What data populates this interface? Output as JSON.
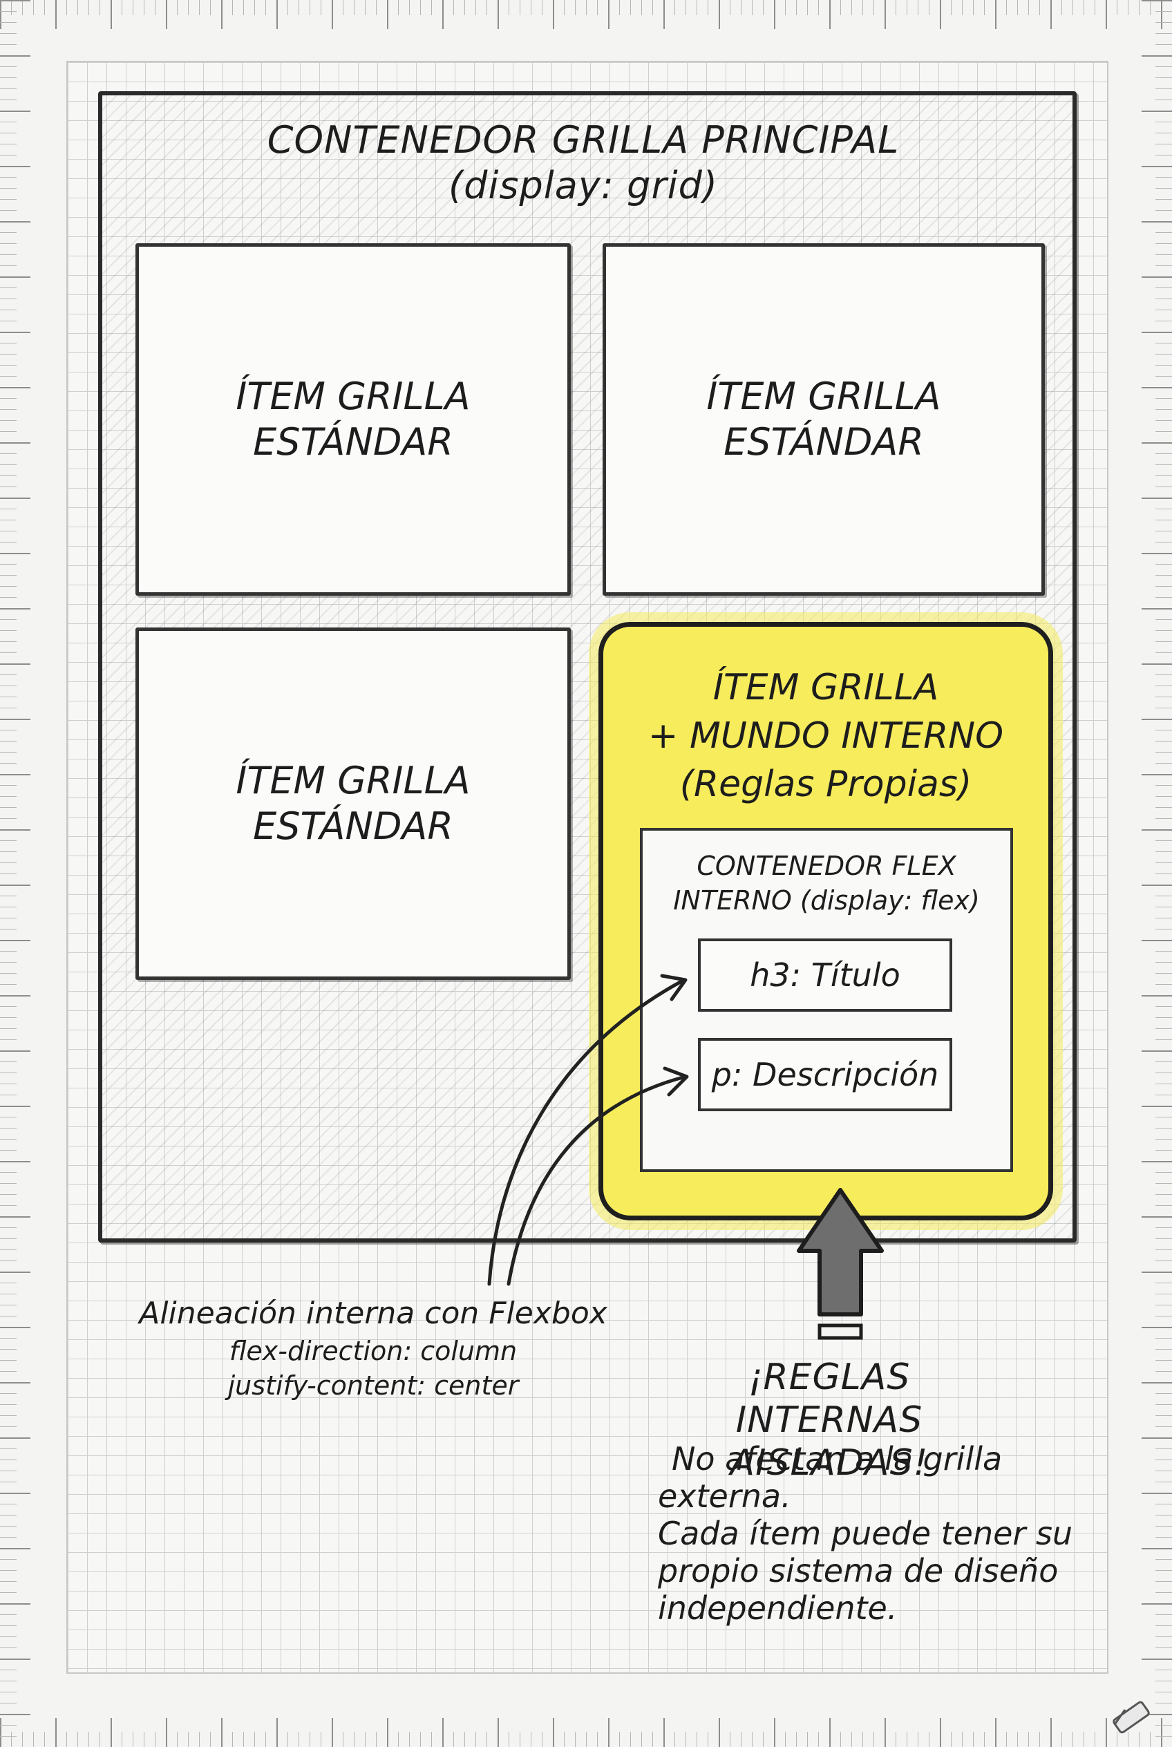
{
  "main_container": {
    "title_line1": "CONTENEDOR GRILLA PRINCIPAL",
    "title_line2": "(display: grid)"
  },
  "grid_items": [
    {
      "line1": "ÍTEM GRILLA",
      "line2": "ESTÁNDAR"
    },
    {
      "line1": "ÍTEM GRILLA",
      "line2": "ESTÁNDAR"
    },
    {
      "line1": "ÍTEM GRILLA",
      "line2": "ESTÁNDAR"
    }
  ],
  "special_item": {
    "line1": "ÍTEM GRILLA",
    "line2": "+ MUNDO INTERNO",
    "line3": "(Reglas Propias)",
    "highlight_color": "#f6ec5c"
  },
  "inner_flex": {
    "title_line1": "CONTENEDOR FLEX",
    "title_line2": "INTERNO (display: flex)",
    "children": [
      "h3: Título",
      "p: Descripción"
    ]
  },
  "note_flexbox": {
    "line1": "Alineación interna con Flexbox",
    "line2": "flex-direction: column",
    "line3": "justify-content: center"
  },
  "note_rules": {
    "title_line1": "¡REGLAS INTERNAS",
    "title_line2": "AISLADAS!",
    "body_1_line1": "No afectan a la grilla",
    "body_1_line2": "externa.",
    "body_2_line1": "Cada ítem puede tener su",
    "body_2_line2": "propio sistema de diseño",
    "body_2_line3": "independiente."
  },
  "icons": [
    "up-arrow-icon",
    "curved-arrow-icon",
    "eraser-icon"
  ]
}
